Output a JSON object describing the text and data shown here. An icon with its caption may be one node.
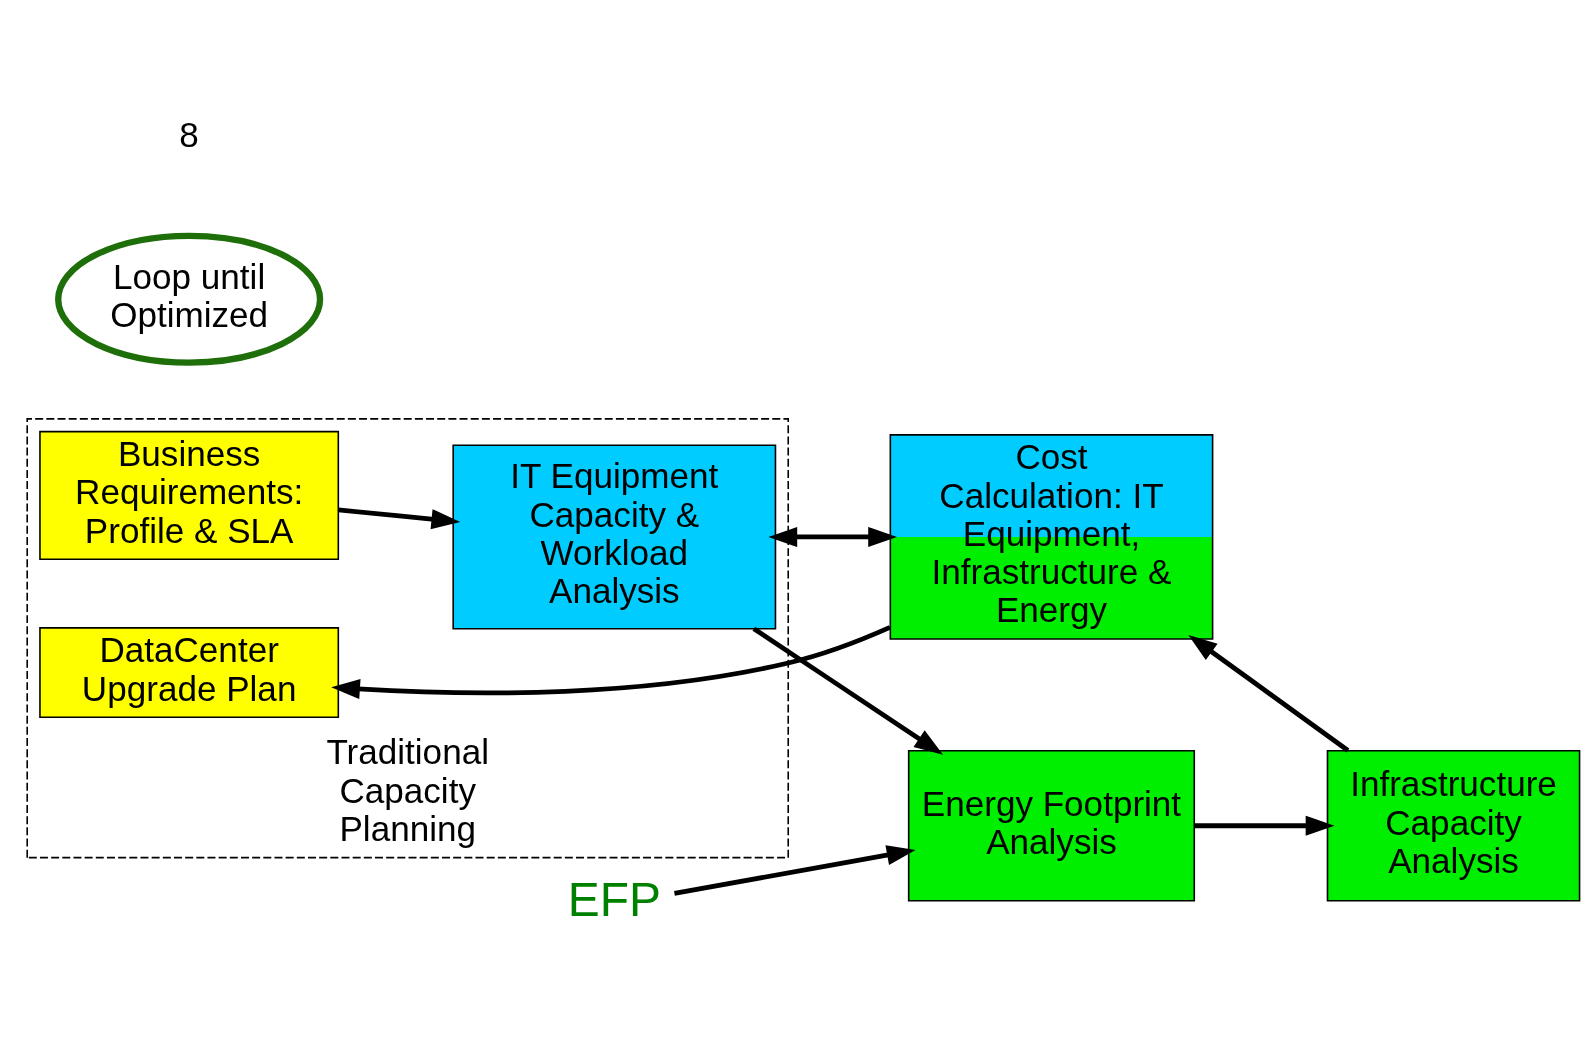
{
  "diagram": {
    "nodes": [
      {
        "text": [
          "Traditional Capacity Planning"
        ]
      },
      {
        "text": [
          "EFP"
        ]
      },
      {
        "text": [
          "Business Requirements: Profile & SLA"
        ],
        "in": 0
      },
      {
        "text": [
          "IT Equipment Capacity & Workload Analysis"
        ],
        "in": 0
      },
      {
        "text": [
          "Energy Footprint Analysis"
        ]
      },
      {
        "text": [
          "Loop until Optimized"
        ]
      },
      {
        "text": [
          "DataCenter Upgrade Plan"
        ],
        "in": 0
      },
      {
        "text": [
          "Cost Calculation: IT Equipment, Infrastructure & Energy"
        ]
      },
      {
        "text": [
          "Infrastructure Capacity Analysis"
        ]
      }
    ],
    "edges": [
      {
        "from": 1,
        "to": 4,
        "arrow": "to"
      },
      {
        "from": 2,
        "to": 3,
        "arrow": "to"
      },
      {
        "from": 3,
        "to": 4,
        "arrow": "to"
      },
      {
        "from": 3,
        "to": 7,
        "arrow": "both"
      },
      {
        "from": 4,
        "to": 8,
        "arrow": "to"
      },
      {
        "from": 8,
        "to": 7,
        "arrow": "to"
      },
      {
        "from": 7,
        "to": 6,
        "arrow": "to"
      }
    ],
    "labels": [
      "8"
    ]
  }
}
